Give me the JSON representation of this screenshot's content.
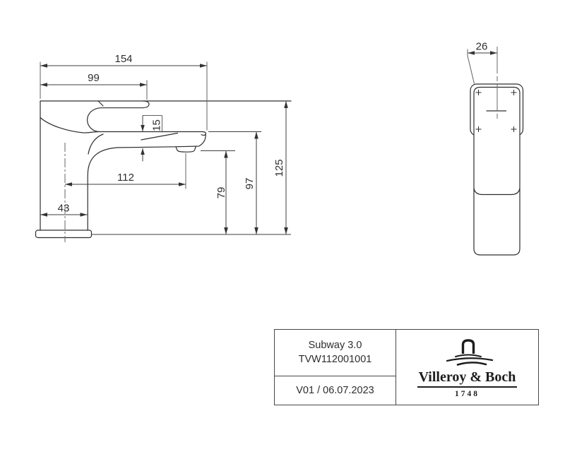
{
  "drawing": {
    "side_view": {
      "dims": {
        "total_depth": "154",
        "lever_reach": "99",
        "spout_thickness": "15",
        "spout_reach": "112",
        "body_depth": "43",
        "outlet_height": "79",
        "spout_top_height": "97",
        "total_height": "125"
      }
    },
    "front_view": {
      "dims": {
        "lever_width": "26"
      }
    },
    "colors": {
      "object_line": "#2d2d2d",
      "dimension_line": "#3d3d3d",
      "extension_line": "#606060"
    }
  },
  "title_block": {
    "product_name": "Subway 3.0",
    "article_number": "TVW112001001",
    "version_date": "V01 / 06.07.2023",
    "brand_name": "Villeroy & Boch",
    "brand_year": "1748"
  }
}
